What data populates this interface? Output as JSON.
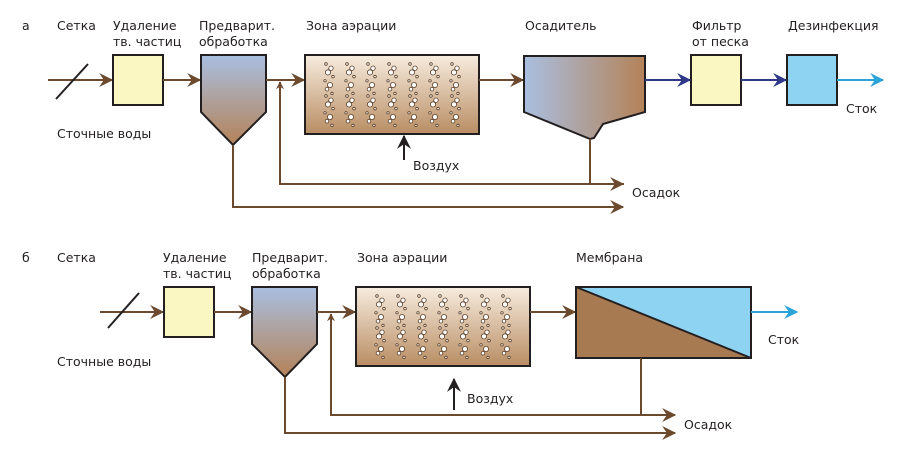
{
  "colors": {
    "flow_brown": "#6b4a2e",
    "flow_navy": "#2e3a87",
    "flow_cyan": "#2aa3d9",
    "screen_box": "#fbf7c3",
    "disinfection_box": "#8fd3f2",
    "membrane_water": "#8fd3f2",
    "membrane_sludge": "#a77a52",
    "tank_top": "#a9bfe0",
    "tank_bottom": "#b48258",
    "aeration_light": "#f7ecdf",
    "aeration_dark": "#b88d63"
  },
  "panel_a": {
    "marker": "а",
    "screen": "Сетка",
    "solids_removal": [
      "Удаление",
      "тв. частиц"
    ],
    "pretreatment": [
      "Предварит.",
      "обработка"
    ],
    "aeration": "Зона аэрации",
    "clarifier": "Осадитель",
    "sand_filter": [
      "Фильтр",
      "от песка"
    ],
    "disinfection": "Дезинфекция",
    "wastewater": "Сточные воды",
    "air": "Воздух",
    "sludge": "Осадок",
    "effluent": "Сток"
  },
  "panel_b": {
    "marker": "б",
    "screen": "Сетка",
    "solids_removal": [
      "Удаление",
      "тв. частиц"
    ],
    "pretreatment": [
      "Предварит.",
      "обработка"
    ],
    "aeration": "Зона аэрации",
    "membrane": "Мембрана",
    "wastewater": "Сточные воды",
    "air": "Воздух",
    "sludge": "Осадок",
    "effluent": "Сток"
  }
}
